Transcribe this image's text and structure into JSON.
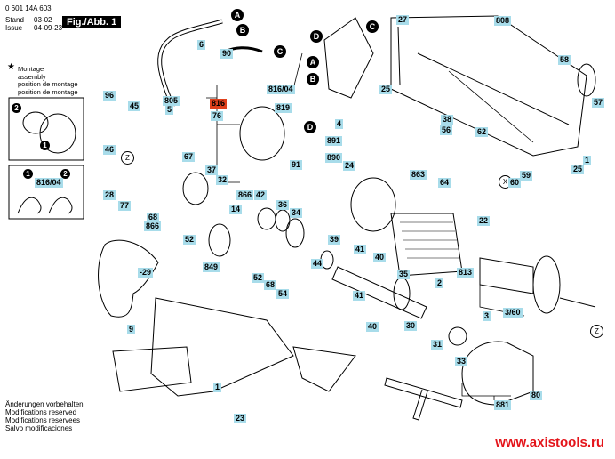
{
  "header": {
    "part_number": "0 601 14A 603",
    "stand_label": "Stand",
    "issue_label": "Issue",
    "old_date_struck": "03-02",
    "issue_date": "04-09-23",
    "figure_label": "Fig./Abb. 1"
  },
  "assembly_note": {
    "symbol": "★",
    "lines": [
      "Montage",
      "assembly",
      "position de montage",
      "position de montage"
    ]
  },
  "footer_notes": [
    "Änderungen vorbehalten",
    "Modifications reserved",
    "Modifications reservees",
    "Salvo modificaciones"
  ],
  "watermark": "www.axistools.ru",
  "connectors": {
    "A": "A",
    "B": "B",
    "C": "C",
    "D": "D",
    "X": "X",
    "Z": "Z"
  },
  "inset_steps": {
    "one": "1",
    "two": "2"
  },
  "highlight_color": "#e0401c",
  "label_color": "#a8dcea",
  "part_labels": {
    "p6": "6",
    "p90": "90",
    "p816_04a": "816/04",
    "p816": "816",
    "p805": "805",
    "p5": "5",
    "p45": "45",
    "p96": "96",
    "p46": "46",
    "p28": "28",
    "p77": "77",
    "p76": "76",
    "p819": "819",
    "p4": "4",
    "p27": "27",
    "p25a": "25",
    "p808": "808",
    "p58": "58",
    "p57": "57",
    "p1a": "1",
    "p25b": "25",
    "p38": "38",
    "p56": "56",
    "p62": "62",
    "p891": "891",
    "p890": "890",
    "p91": "91",
    "p24": "24",
    "p863": "863",
    "p64": "64",
    "p60": "60",
    "p59": "59",
    "p22": "22",
    "p67": "67",
    "p37": "37",
    "p32": "32",
    "p866a": "866",
    "p68a": "68",
    "p866b": "866",
    "p14": "14",
    "p42": "42",
    "p36": "36",
    "p34": "34",
    "p52a": "52",
    "p849": "849",
    "p52b": "52",
    "p68b": "68",
    "p54": "54",
    "p44": "44",
    "p39": "39",
    "p41a": "41",
    "p40a": "40",
    "p41b": "41",
    "p40b": "40",
    "p35": "35",
    "p30": "30",
    "p31": "31",
    "p33": "33",
    "p2": "2",
    "p813": "813",
    "p3": "3",
    "p3_60": "3/60",
    "p80": "80",
    "p881": "881",
    "p29": "-29",
    "p9": "9",
    "p1b": "1",
    "p23": "23",
    "p816_04b": "816/04"
  }
}
